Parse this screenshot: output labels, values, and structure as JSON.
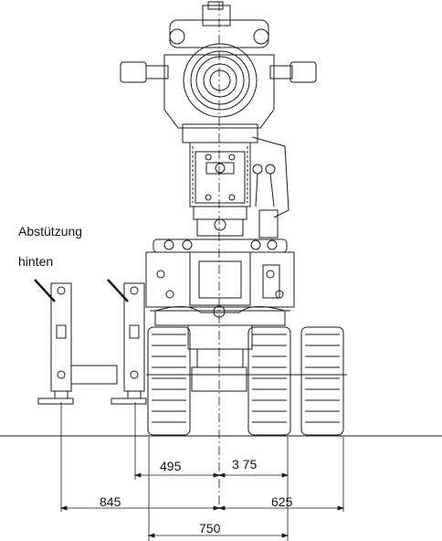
{
  "labels": {
    "support_line1": "Abstützung",
    "support_line2": "hinten"
  },
  "dimensions": {
    "d495": "495",
    "d375": "3 75",
    "d845": "845",
    "d625": "625",
    "d750": "750"
  },
  "colors": {
    "line": "#1a1a1a",
    "background": "#ffffff"
  }
}
